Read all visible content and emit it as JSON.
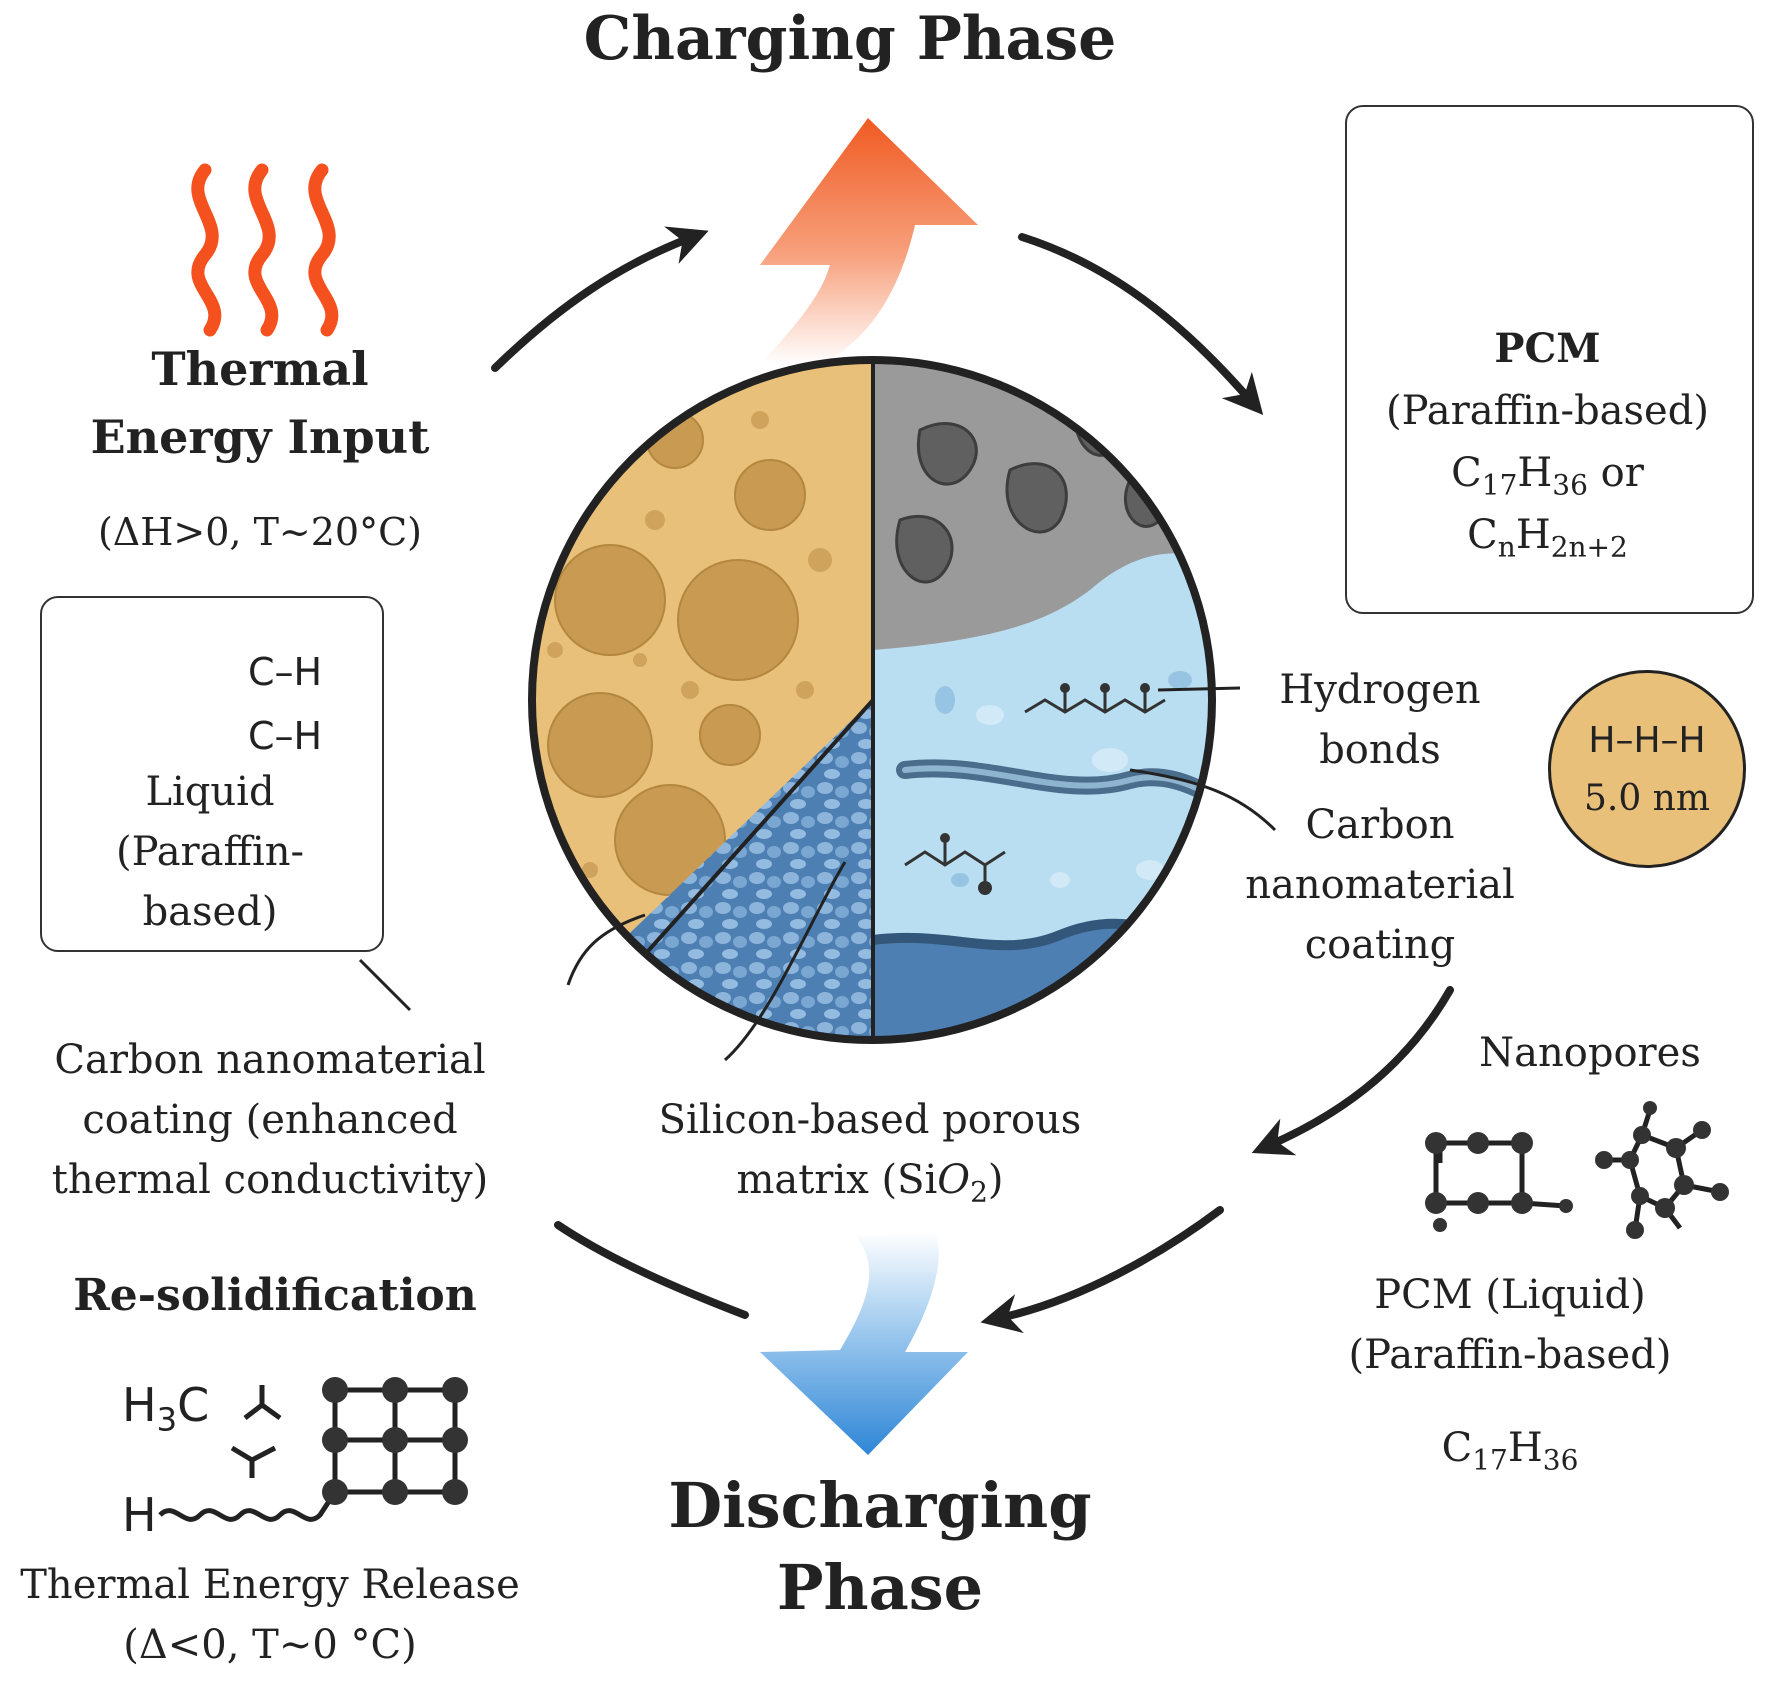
{
  "charging_title": "Charging Phase",
  "discharging_title_line1": "Discharging",
  "discharging_title_line2": "Phase",
  "thermal_input": {
    "title_line1": "Thermal",
    "title_line2": "Energy Input",
    "subtitle": "(ΔH>0, T∼20°C)"
  },
  "liquid_box": {
    "bond1": "C–H",
    "bond2": "C–H",
    "line1": "Liquid",
    "line2": "(Paraffin-",
    "line3": "based)"
  },
  "coating_left": {
    "line1": "Carbon nanomaterial",
    "line2": "coating (enhanced",
    "line3": "thermal conductivity)"
  },
  "matrix_label": {
    "line1": "Silicon-based porous",
    "line2_pre": "matrix (Si",
    "line2_o": "O",
    "line2_sub": "2",
    "line2_post": ")"
  },
  "resolidification": {
    "title": "Re-solidification",
    "h3c": "H",
    "h3c_sub": "3",
    "h3c_c": "C",
    "h": "H",
    "release_line1": "Thermal Energy Release",
    "release_line2": "(Δ<0, T∼0 °C)"
  },
  "pcm_box": {
    "title": "PCM",
    "line1": "(Paraffin-based)",
    "f1_c": "C",
    "f1_c_sub": "17",
    "f1_h": "H",
    "f1_h_sub": "36",
    "f1_or": " or",
    "f2_c": "C",
    "f2_c_sub": "n",
    "f2_h": "H",
    "f2_h_sub": "2n+2"
  },
  "hydrogen_label": {
    "line1": "Hydrogen",
    "line2": "bonds"
  },
  "coating_right": {
    "line1": "Carbon",
    "line2": "nanomaterial",
    "line3": "coating"
  },
  "hhh_badge": {
    "line1": "H–H–H",
    "line2": "5.0 nm",
    "color": "#e8c07a"
  },
  "nanopores_label": "Nanopores",
  "pcm_liquid": {
    "line1": "PCM (Liquid)",
    "line2": "(Paraffin-based)",
    "f_c": "C",
    "f_c_sub": "17",
    "f_h": "H",
    "f_h_sub": "36"
  },
  "colors": {
    "heat": "#f4511e",
    "charge_arrow": "#f26a3a",
    "discharge_arrow": "#3d8fd6",
    "pore_tan": "#e8c07a",
    "matrix_blue": "#4d7fb2",
    "liquid_blue": "#b9def2",
    "carbon_gray": "#9a9a9a"
  }
}
